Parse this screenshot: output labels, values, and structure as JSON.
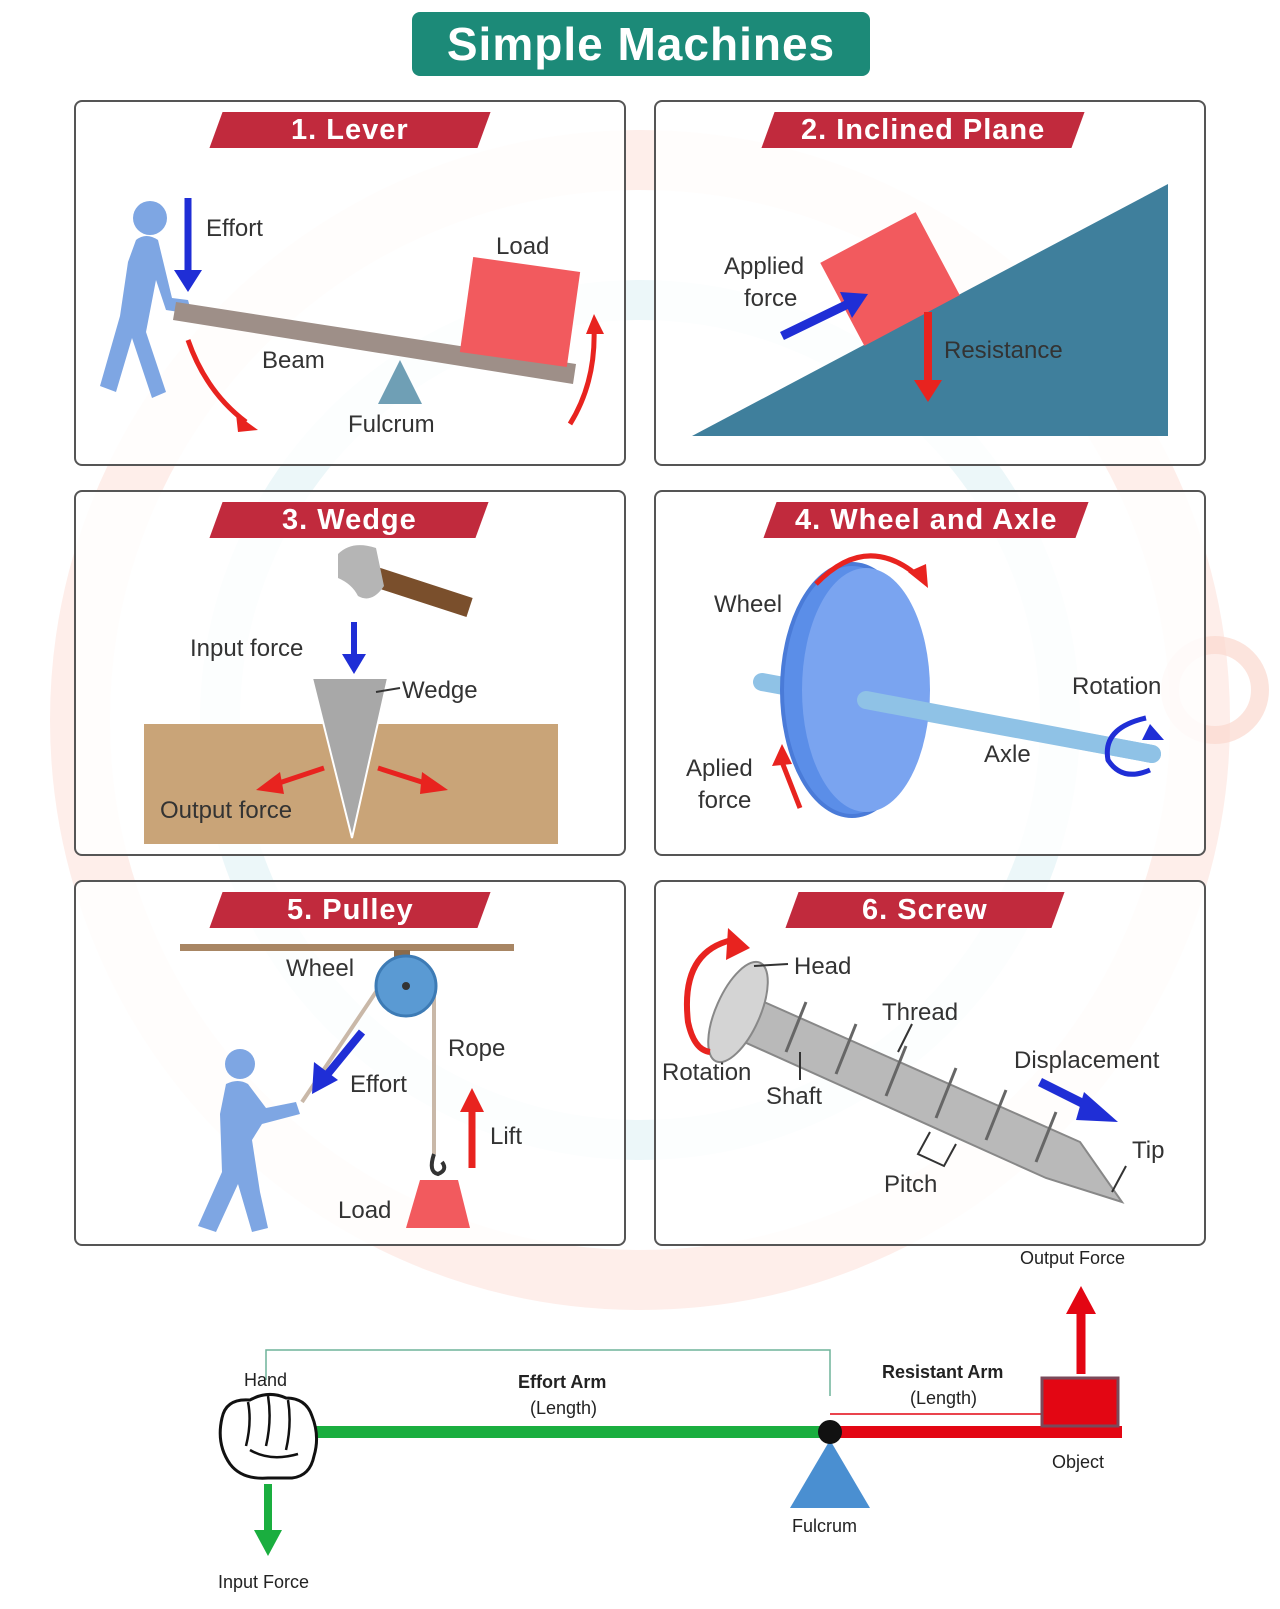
{
  "title": "Simple Machines",
  "colors": {
    "title_bg": "#1c8a78",
    "panel_title_bg": "#c12a3d",
    "effort_arrow": "#1f2ed6",
    "rotation_arrow": "#e8231f",
    "load": "#f25a5e",
    "incline": "#3f7f9c",
    "wheel": "#5b8ee8",
    "effort_arm": "#1aae3f",
    "resistant_arm": "#e30613",
    "fulcrum": "#4a8fd1"
  },
  "panels": [
    {
      "title": "1. Lever",
      "labels": {
        "effort": "Effort",
        "load": "Load",
        "beam": "Beam",
        "fulcrum": "Fulcrum"
      }
    },
    {
      "title": "2. Inclined Plane",
      "labels": {
        "applied_1": "Applied",
        "applied_2": "force",
        "resistance": "Resistance"
      }
    },
    {
      "title": "3. Wedge",
      "labels": {
        "input_force": "Input force",
        "wedge": "Wedge",
        "output_force": "Output force"
      }
    },
    {
      "title": "4. Wheel and Axle",
      "labels": {
        "wheel": "Wheel",
        "rotation": "Rotation",
        "axle": "Axle",
        "applied_1": "Aplied",
        "applied_2": "force"
      }
    },
    {
      "title": "5. Pulley",
      "labels": {
        "wheel": "Wheel",
        "rope": "Rope",
        "effort": "Effort",
        "lift": "Lift",
        "load": "Load"
      }
    },
    {
      "title": "6. Screw",
      "labels": {
        "head": "Head",
        "thread": "Thread",
        "rotation": "Rotation",
        "shaft": "Shaft",
        "displacement": "Displacement",
        "tip": "Tip",
        "pitch": "Pitch"
      }
    }
  ],
  "lever_diagram": {
    "output_force": "Output Force",
    "hand": "Hand",
    "effort_arm": "Effort Arm",
    "effort_arm_sub": "(Length)",
    "resistant_arm": "Resistant Arm",
    "resistant_arm_sub": "(Length)",
    "object": "Object",
    "fulcrum": "Fulcrum",
    "input_force": "Input Force"
  }
}
